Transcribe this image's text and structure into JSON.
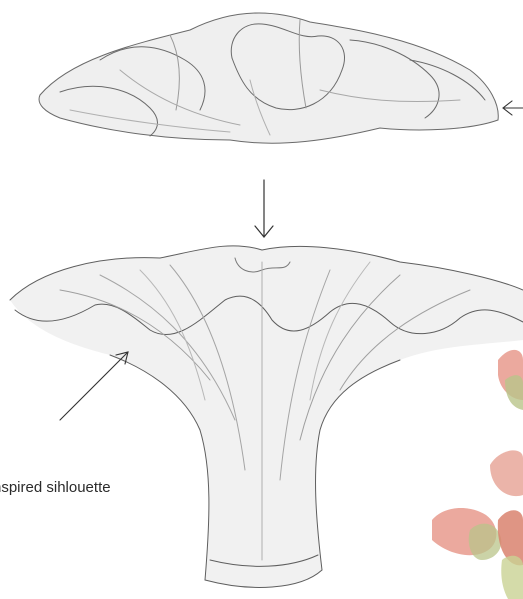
{
  "annotations": {
    "silhouette_label": "nspired sihlouette"
  },
  "sketch": {
    "subjects": [
      "flat-ruffled-bowl-sketch",
      "flared-ruffled-vase-sketch",
      "flower-petals"
    ],
    "colors": {
      "ink": "#555555",
      "ink_light": "#9a9a9a",
      "glass_tint": "#ededed",
      "petal_pink": "#e79a8d",
      "petal_green": "#b9c489"
    }
  }
}
